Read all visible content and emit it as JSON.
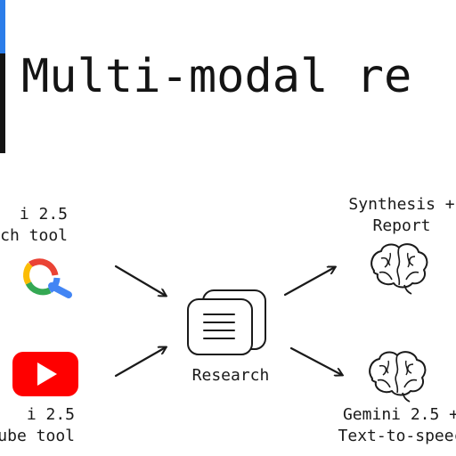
{
  "title": "Multi-modal re",
  "nodes": {
    "search": {
      "line1": "i 2.5",
      "line2": "ch tool",
      "icon": "google-search-icon"
    },
    "youtube": {
      "line1": "i 2.5",
      "line2": "ube tool",
      "icon": "youtube-icon"
    },
    "research": {
      "label": "Research",
      "icon": "documents-stack-icon"
    },
    "synthesis": {
      "line1": "Synthesis +",
      "line2": "Report",
      "icon": "brain-icon"
    },
    "tts": {
      "line1": "Gemini 2.5 +",
      "line2": "Text-to-speec",
      "icon": "brain-icon"
    }
  },
  "colors": {
    "google_blue": "#4285F4",
    "google_red": "#EA4335",
    "google_yellow": "#FBBC05",
    "google_green": "#34A853",
    "youtube_red": "#FF0000",
    "accent_bar": "#2b7de9"
  }
}
